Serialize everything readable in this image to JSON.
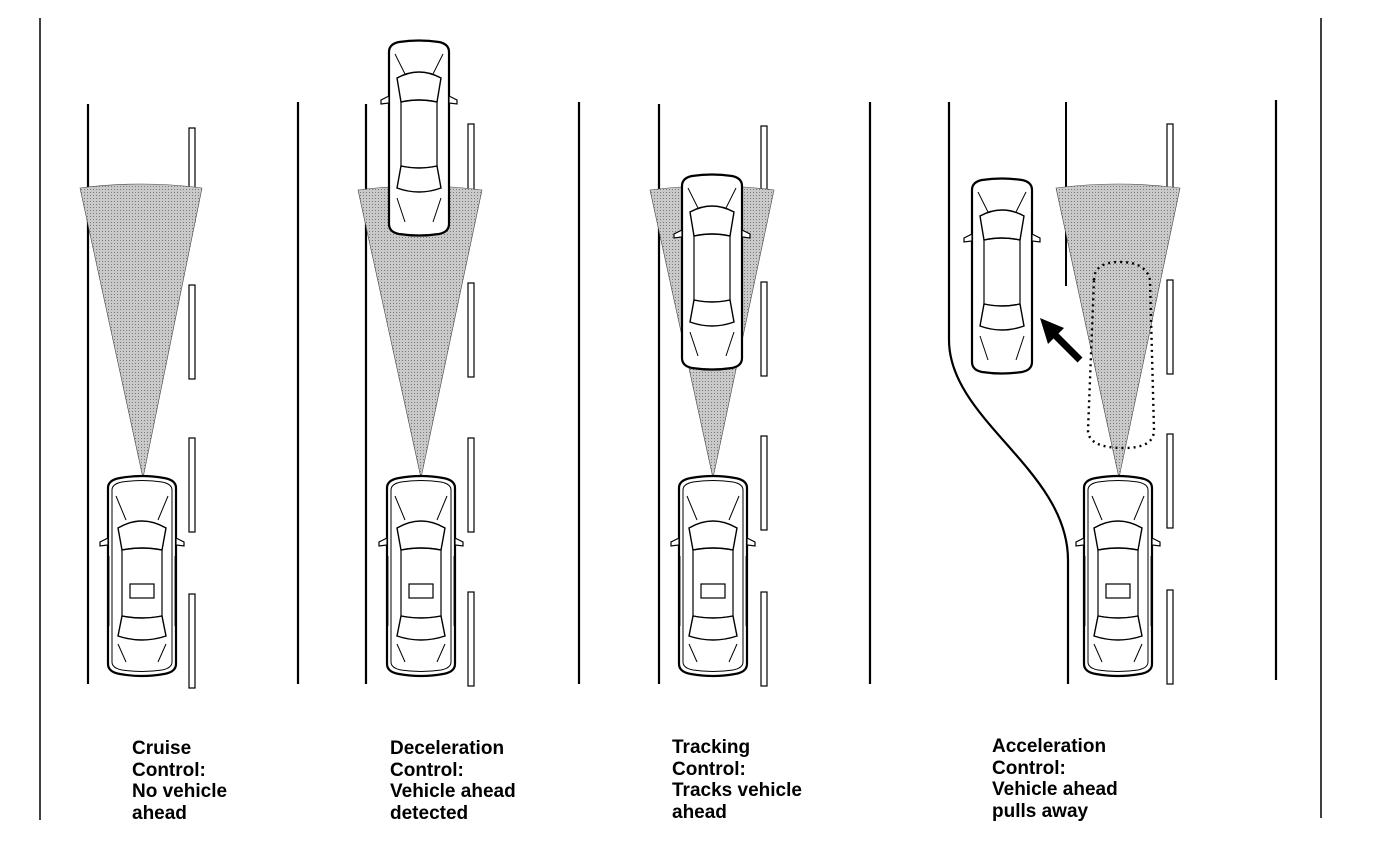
{
  "panels": [
    {
      "id": "cruise",
      "caption": [
        "Cruise",
        "Control:",
        "No vehicle",
        "ahead"
      ]
    },
    {
      "id": "deceleration",
      "caption": [
        "Deceleration",
        "Control:",
        "Vehicle ahead",
        "detected"
      ]
    },
    {
      "id": "tracking",
      "caption": [
        "Tracking",
        "Control:",
        "Tracks vehicle",
        "ahead"
      ]
    },
    {
      "id": "acceleration",
      "caption": [
        "Acceleration",
        "Control:",
        "Vehicle ahead",
        "pulls away"
      ]
    }
  ],
  "colors": {
    "line": "#000000",
    "beam": "#bdbdbd",
    "car_fill": "#ffffff"
  }
}
